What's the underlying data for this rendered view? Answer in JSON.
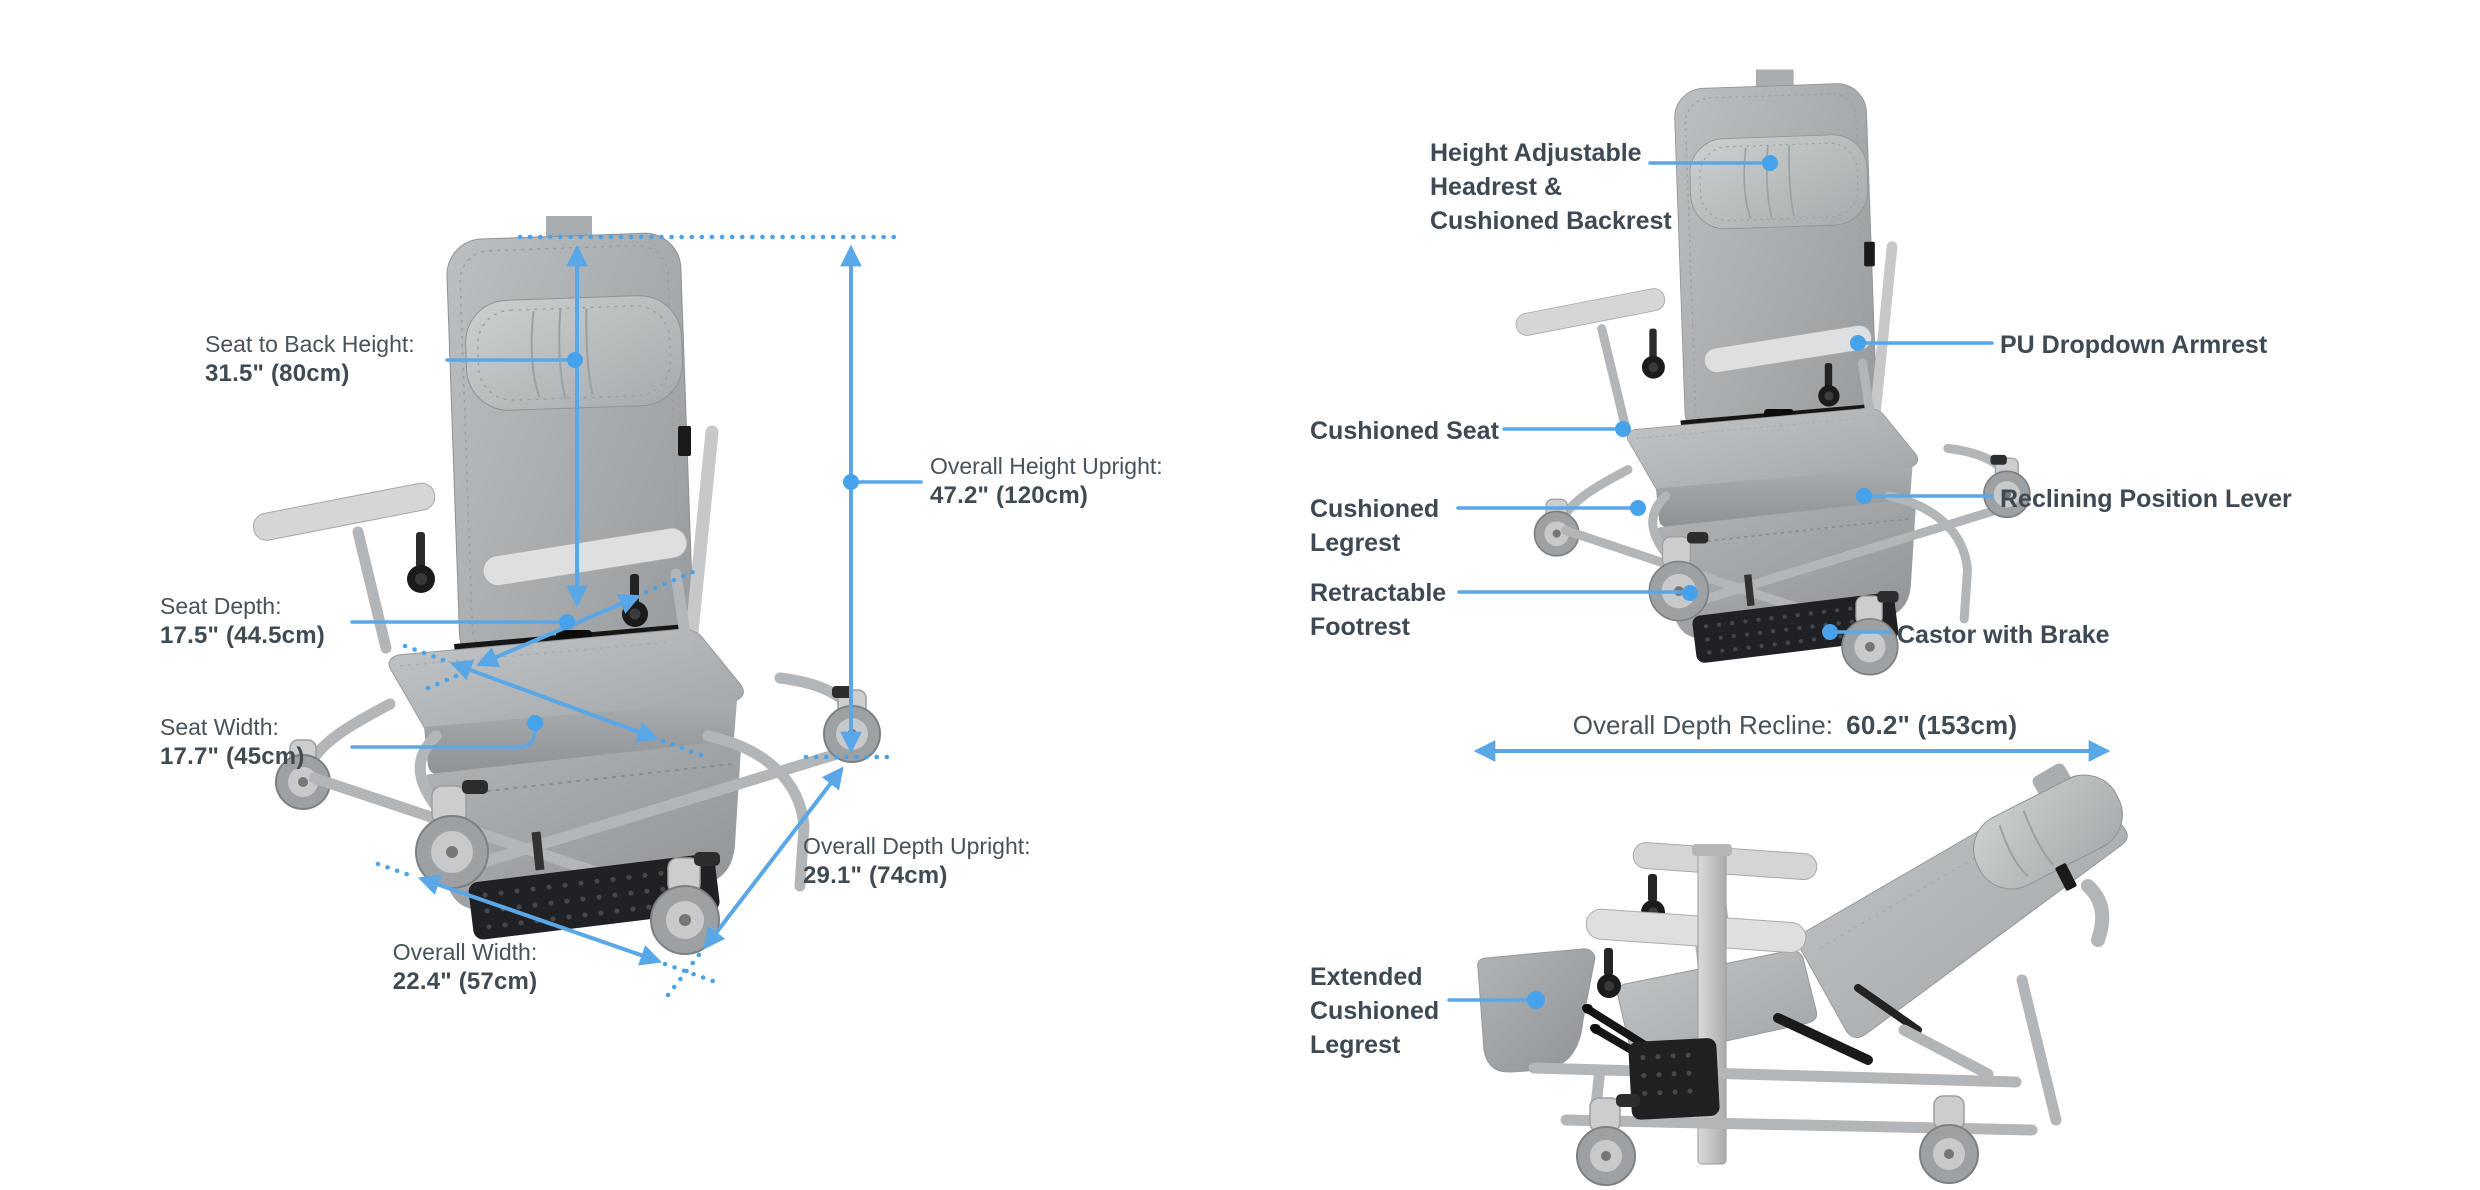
{
  "colors": {
    "accent_blue": "#5aa7e8",
    "dot_blue": "#46a2ea",
    "text_dark": "#414b54",
    "chair_gray": "#a7abad",
    "frame_silver": "#b3b6b8",
    "black_parts": "#1f2022"
  },
  "dims": {
    "seat_to_back": {
      "label": "Seat to Back Height:",
      "value": "31.5\" (80cm)"
    },
    "overall_height": {
      "label": "Overall Height Upright:",
      "value": "47.2\" (120cm)"
    },
    "seat_depth": {
      "label": "Seat Depth:",
      "value": "17.5\" (44.5cm)"
    },
    "seat_width": {
      "label": "Seat Width:",
      "value": "17.7\" (45cm)"
    },
    "overall_depth_upright": {
      "label": "Overall Depth Upright:",
      "value": "29.1\" (74cm)"
    },
    "overall_width": {
      "label": "Overall Width:",
      "value": "22.4\" (57cm)"
    },
    "overall_depth_recline": {
      "label": "Overall Depth Recline:",
      "value": "60.2\" (153cm)"
    }
  },
  "features": {
    "headrest": {
      "lines": [
        "Height Adjustable",
        "Headrest &",
        "Cushioned Backrest"
      ]
    },
    "armrest": {
      "lines": [
        "PU Dropdown Armrest"
      ]
    },
    "seat": {
      "lines": [
        "Cushioned Seat"
      ]
    },
    "legrest": {
      "lines": [
        "Cushioned",
        "Legrest"
      ]
    },
    "footrest": {
      "lines": [
        "Retractable",
        "Footrest"
      ]
    },
    "lever": {
      "lines": [
        "Reclining Position Lever"
      ]
    },
    "castor": {
      "lines": [
        "Castor with Brake"
      ]
    },
    "extended_legrest": {
      "lines": [
        "Extended",
        "Cushioned",
        "Legrest"
      ]
    }
  }
}
